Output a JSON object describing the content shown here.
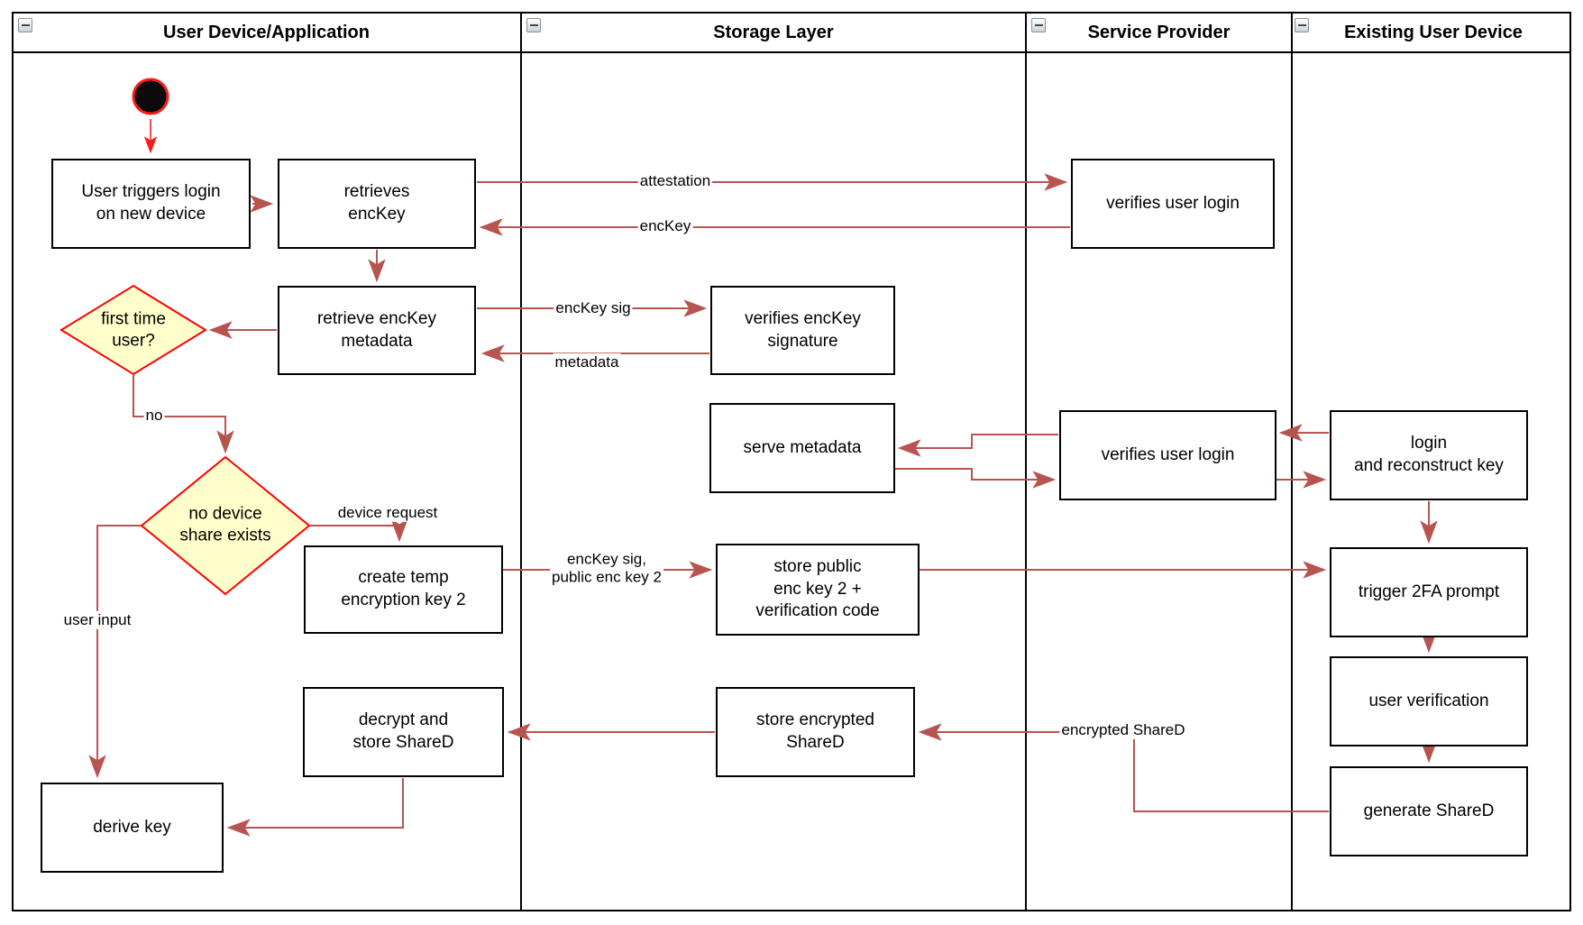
{
  "diagram_title": "cross-functional activity diagram",
  "lanes": [
    {
      "title": "User Device/Application"
    },
    {
      "title": "Storage Layer"
    },
    {
      "title": "Service Provider"
    },
    {
      "title": "Existing User Device"
    }
  ],
  "nodes": {
    "user_triggers": {
      "label": "User triggers login\non new device"
    },
    "retrieves_enckey": {
      "label": "retrieves\nencKey"
    },
    "verifies_login_1": {
      "label": "verifies user login"
    },
    "retrieve_metadata": {
      "label": "retrieve encKey\nmetadata"
    },
    "verifies_sig": {
      "label": "verifies encKey\nsignature"
    },
    "serve_metadata": {
      "label": "serve metadata"
    },
    "verifies_login_2": {
      "label": "verifies user login"
    },
    "login_reconstruct": {
      "label": "login\nand reconstruct key"
    },
    "create_temp": {
      "label": "create temp\nencryption key 2"
    },
    "store_public": {
      "label": "store public\nenc key 2 +\nverification code"
    },
    "trigger_2fa": {
      "label": "trigger 2FA prompt"
    },
    "user_verification": {
      "label": "user verification"
    },
    "generate_shared": {
      "label": "generate ShareD"
    },
    "store_encrypted": {
      "label": "store encrypted\nShareD"
    },
    "decrypt_store": {
      "label": "decrypt and\nstore ShareD"
    },
    "derive_key": {
      "label": "derive key"
    }
  },
  "decisions": {
    "first_time": {
      "label": "first time\nuser?"
    },
    "no_device_share": {
      "label": "no device\nshare exists"
    }
  },
  "edge_labels": {
    "attestation": "attestation",
    "enckey": "encKey",
    "enckey_sig": "encKey sig",
    "metadata": "metadata",
    "no": "no",
    "device_request": "device request",
    "enckey_sig_public": "encKey sig,\npublic enc key 2",
    "user_input": "user input",
    "encrypted_shared": "encrypted ShareD"
  },
  "colors": {
    "flow_arrow": "#b85450",
    "start_arrow": "#ff1a1a",
    "decision_fill": "#ffffcc",
    "decision_stroke": "#ff0000",
    "node_border": "#000000",
    "start_fill": "#0b0b0b"
  }
}
